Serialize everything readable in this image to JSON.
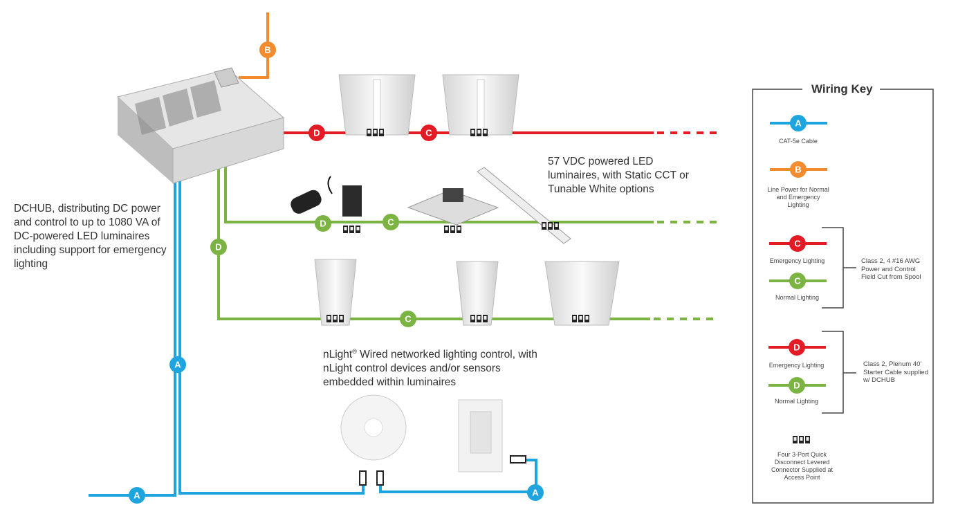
{
  "colors": {
    "cat5e": "#1ea5e0",
    "line_power": "#f28c2f",
    "emergency": "#e31b25",
    "normal": "#7cb443"
  },
  "badges": {
    "a": "A",
    "b": "B",
    "c": "C",
    "d": "D"
  },
  "descriptions": {
    "dchub": "DCHUB, distributing DC power and control to up to 1080 VA of DC-powered LED luminaires including support for emergency lighting",
    "luminaires": "57 VDC powered LED luminaires, with Static CCT or Tunable White options",
    "nlight_brand": "nLight",
    "nlight_reg": "®",
    "nlight": " Wired networked lighting control, with nLight control devices and/or sensors embedded within luminaires"
  },
  "wiring_key": {
    "title": "Wiring Key",
    "cat5e": "CAT-5e Cable",
    "line_power": "Line Power for Normal and Emergency Lighting",
    "c_emergency": "Emergency Lighting",
    "c_normal": "Normal Lighting",
    "c_group": "Class 2, 4 #16 AWG Power and Control Field Cut from Spool",
    "d_emergency": "Emergency Lighting",
    "d_normal": "Normal Lighting",
    "d_group": "Class 2, Plenum 40' Starter Cable supplied w/ DCHUB",
    "connector": "Four 3-Port Quick Disconnect Levered Connector Supplied at Access Point"
  }
}
